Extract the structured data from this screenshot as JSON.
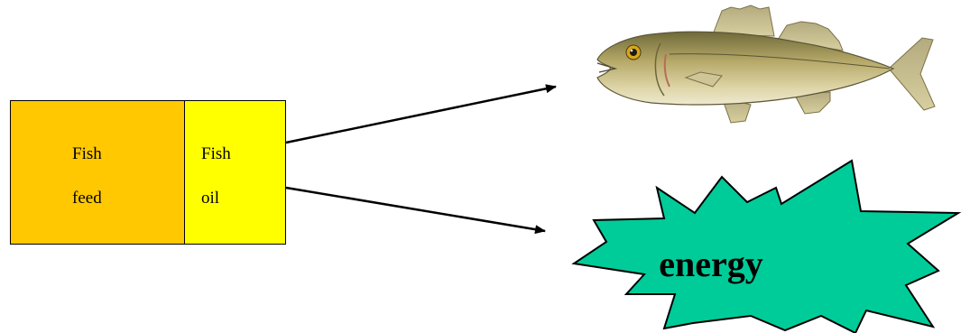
{
  "diagram": {
    "fish_feed_box": {
      "line1": "Fish",
      "line2": "feed",
      "color": "#ffc800"
    },
    "fish_oil_box": {
      "line1": "Fish",
      "line2": "oil",
      "color": "#ffff00"
    },
    "energy_burst": {
      "label": "energy",
      "color": "#00cc99"
    },
    "outputs": [
      "fish-picture",
      "energy-burst"
    ],
    "icons": {
      "fish": "fish-icon",
      "burst": "starburst-icon"
    }
  }
}
